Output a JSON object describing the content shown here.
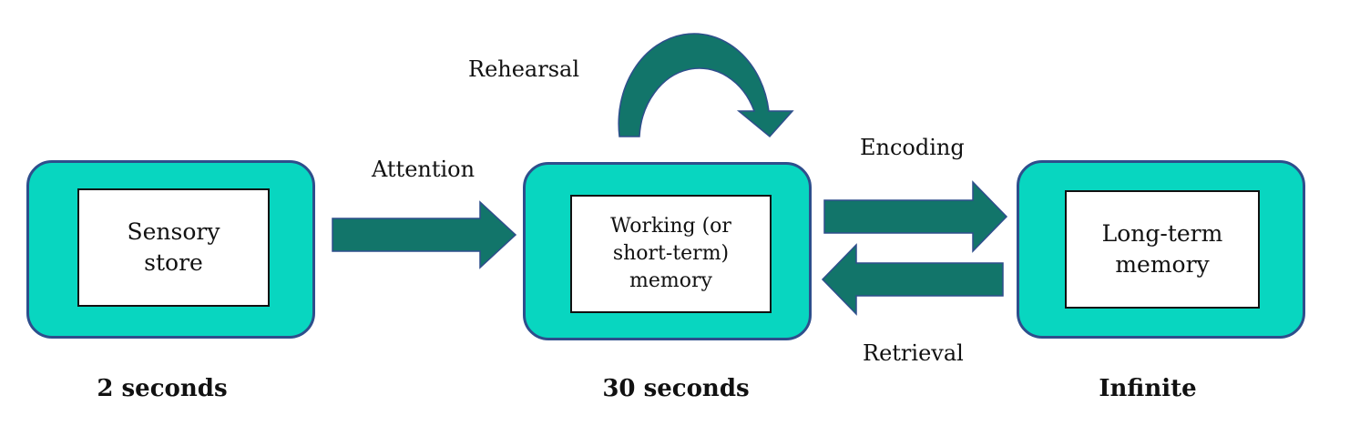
{
  "boxes": {
    "sensory": {
      "lines": [
        "Sensory",
        "store"
      ]
    },
    "working": {
      "lines": [
        "Working (or",
        "short-term)",
        "memory"
      ]
    },
    "longterm": {
      "lines": [
        "Long-term",
        "memory"
      ]
    }
  },
  "arrows": {
    "rehearsal": "Rehearsal",
    "attention": "Attention",
    "encoding": "Encoding",
    "retrieval": "Retrieval"
  },
  "durations": {
    "sensory": "2 seconds",
    "working": "30 seconds",
    "longterm": "Infinite"
  },
  "colors": {
    "box_fill": "#08d6c0",
    "box_border": "#2e4e8c",
    "arrow_fill": "#12756a"
  }
}
